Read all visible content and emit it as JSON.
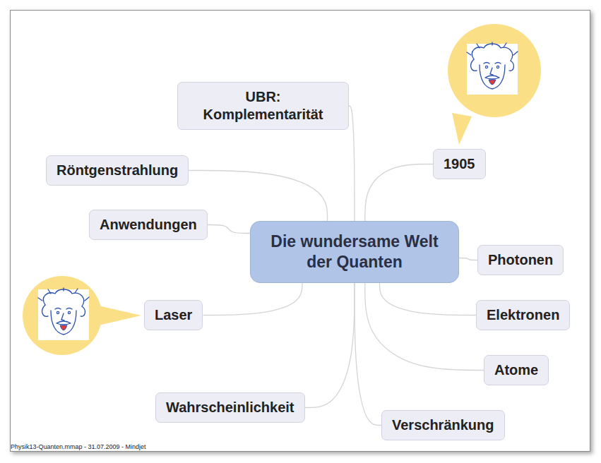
{
  "diagram": {
    "nodes": [
      {
        "text": [
          "Die wundersame Welt der Quanten"
        ]
      },
      {
        "text": [
          "UBR: Komplementarität"
        ]
      },
      {
        "text": [
          "1905"
        ]
      },
      {
        "text": [
          "Röntgenstrahlung"
        ]
      },
      {
        "text": [
          "Anwendungen"
        ]
      },
      {
        "text": [
          "Photonen"
        ]
      },
      {
        "text": [
          "Laser"
        ]
      },
      {
        "text": [
          "Elektronen"
        ]
      },
      {
        "text": [
          "Atome"
        ]
      },
      {
        "text": [
          "Wahrscheinlichkeit"
        ]
      },
      {
        "text": [
          "Verschränkung"
        ]
      }
    ],
    "edges": [
      {
        "from": 0,
        "to": 1,
        "arrow": "none"
      },
      {
        "from": 0,
        "to": 2,
        "arrow": "none"
      },
      {
        "from": 0,
        "to": 3,
        "arrow": "none"
      },
      {
        "from": 0,
        "to": 4,
        "arrow": "none"
      },
      {
        "from": 0,
        "to": 5,
        "arrow": "none"
      },
      {
        "from": 0,
        "to": 6,
        "arrow": "none"
      },
      {
        "from": 0,
        "to": 7,
        "arrow": "none"
      },
      {
        "from": 0,
        "to": 8,
        "arrow": "none"
      },
      {
        "from": 0,
        "to": 9,
        "arrow": "none"
      },
      {
        "from": 0,
        "to": 10,
        "arrow": "none"
      }
    ],
    "labels": [
      "Physik13-Quanten.mmap - 31.07.2009 - Mindjet"
    ]
  }
}
